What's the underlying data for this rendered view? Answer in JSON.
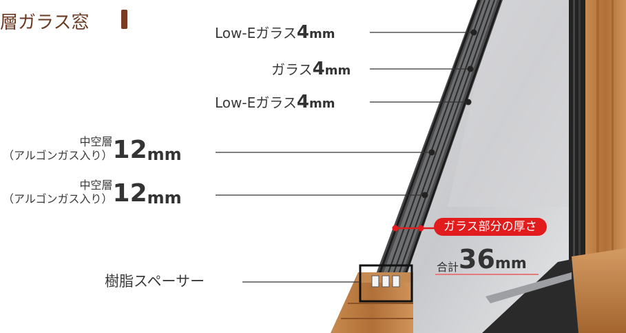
{
  "title": "層ガラス窓",
  "labels": {
    "layer1": {
      "name": "Low-Eガラス",
      "value": "4",
      "unit": "mm"
    },
    "layer2": {
      "name": "ガラス",
      "value": "4",
      "unit": "mm"
    },
    "layer3": {
      "name": "Low-Eガラス",
      "value": "4",
      "unit": "mm"
    },
    "gap1": {
      "line1": "中空層",
      "line2": "（アルゴンガス入り）",
      "value": "12",
      "unit": "mm"
    },
    "gap2": {
      "line1": "中空層",
      "line2": "（アルゴンガス入り）",
      "value": "12",
      "unit": "mm"
    },
    "spacer": "樹脂スペーサー"
  },
  "thickness": {
    "badge": "ガラス部分の厚さ",
    "total_prefix": "合計",
    "total_value": "36",
    "total_unit": "mm"
  },
  "colors": {
    "accent_red": "#e21c1c",
    "title_brown": "#6b3a22",
    "wood": "#b7783f"
  }
}
